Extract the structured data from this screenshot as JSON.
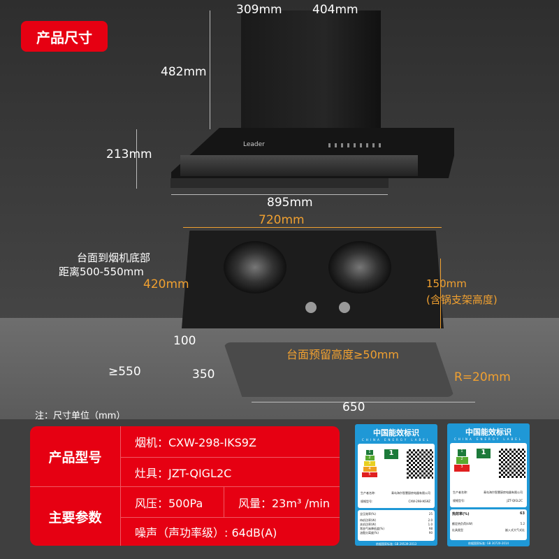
{
  "badge": "产品尺寸",
  "dims": {
    "d309": "309mm",
    "d404": "404mm",
    "d482": "482mm",
    "d213": "213mm",
    "d895": "895mm",
    "d720": "720mm",
    "counter_line1": "台面到烟机底部",
    "counter_line2": "距离500-550mm",
    "d420": "420mm",
    "d150": "150mm",
    "d150_note": "(含锅支架高度)",
    "d100": "100",
    "reserve": "台面预留高度≥50mm",
    "d550": "≥550",
    "d350": "350",
    "radius": "R=20mm",
    "d650": "650",
    "unit_note": "注：尺寸单位（mm）"
  },
  "hood_brand": "Leader",
  "table": {
    "model_header": "产品型号",
    "hood_model": "烟机：CXW-298-IKS9Z",
    "stove_model": "灶具：JZT-QIGL2C",
    "params_header": "主要参数",
    "pressure": "风压：500Pa",
    "airflow": "风量：23m³ /min",
    "noise": "噪声（声功率级）: 64dB(A)"
  },
  "energy_labels": [
    {
      "title": "中国能效标识",
      "subtitle": "CHINA ENERGY LABEL",
      "grade": "1",
      "grades": [
        "1",
        "2",
        "3",
        "4",
        "5"
      ],
      "maker_label": "生产者名称:",
      "maker": "青岛海尔智慧厨房电器有限公司",
      "model_label": "规格型号:",
      "model": "CXW-298-IKS9Z",
      "rows": [
        [
          "全压效率(%)",
          "25"
        ],
        [
          "待机功率(W)",
          "2.0"
        ],
        [
          "关机功率(W)",
          "1.0"
        ],
        [
          "常态气味降低度(%)",
          "98"
        ],
        [
          "油脂分离度(%)",
          "90"
        ]
      ],
      "standard": "依据国家标准: GB 29539-2013"
    },
    {
      "title": "中国能效标识",
      "subtitle": "CHINA ENERGY LABEL",
      "grade": "1",
      "grades": [
        "1",
        "2",
        "3"
      ],
      "maker_label": "生产者名称:",
      "maker": "青岛海尔智慧厨房电器有限公司",
      "model_label": "规格型号:",
      "model": "JZT-QIGL2C",
      "rows": [
        [
          "热效率(%)",
          "63"
        ],
        [
          "额定热负荷(kW)",
          "5.2"
        ],
        [
          "灶具类型",
          "嵌入式大气式灶"
        ]
      ],
      "standard": "依据国家标准: GB 30720-2014"
    }
  ],
  "colors": {
    "accent": "#e60012",
    "orange": "#f0a030",
    "label_blue": "#1f98d6"
  }
}
